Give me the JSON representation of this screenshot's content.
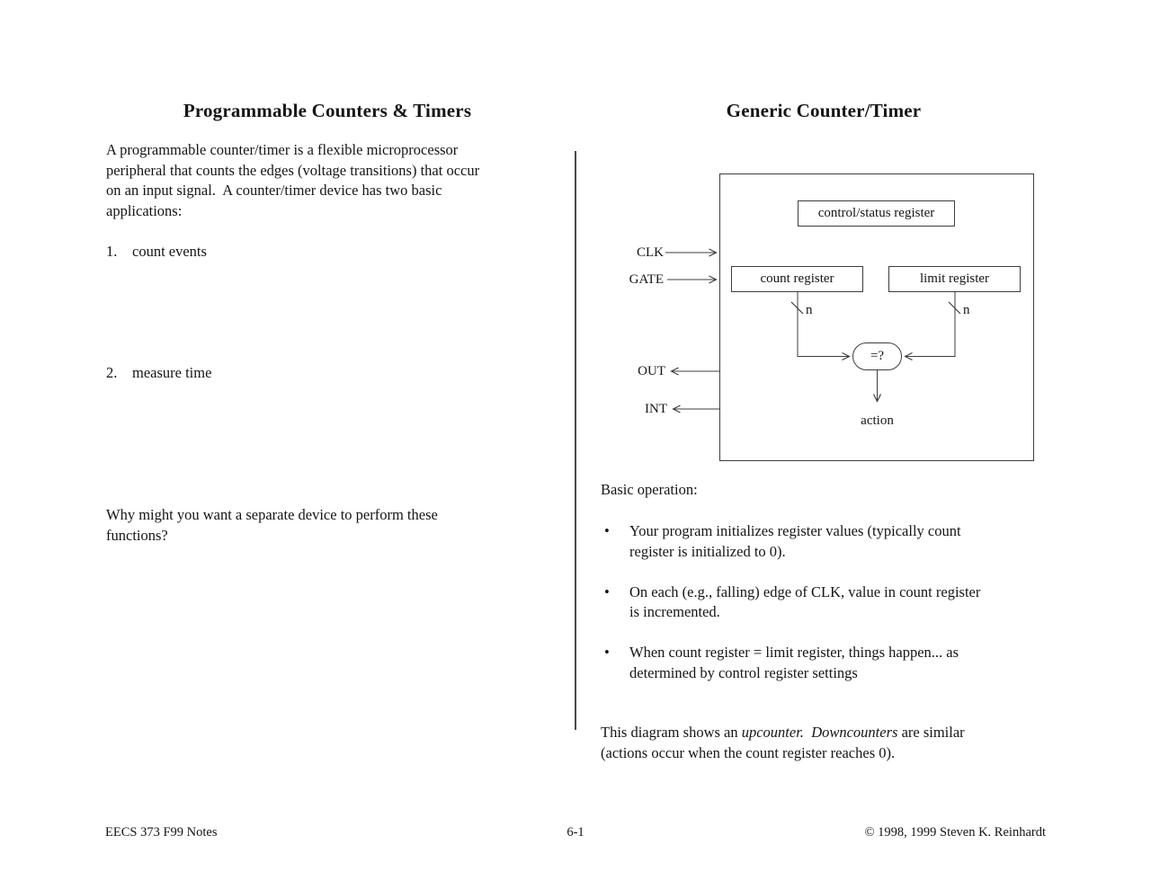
{
  "left": {
    "title": "Programmable Counters & Timers",
    "intro": "A programmable counter/timer is a flexible microprocessor\nperipheral that counts the edges (voltage transitions) that occur\non an input signal.  A counter/timer device has two basic\napplications:",
    "items": [
      {
        "number": "1.",
        "text": "count events"
      },
      {
        "number": "2.",
        "text": "measure time"
      }
    ],
    "question": "Why might you want a separate device to perform these\nfunctions?"
  },
  "right": {
    "title": "Generic Counter/Timer",
    "diagram": {
      "control_register": "control/status register",
      "count_register": "count register",
      "limit_register": "limit register",
      "clk": "CLK",
      "gate": "GATE",
      "out": "OUT",
      "int": "INT",
      "bus_width_left": "n",
      "bus_width_right": "n",
      "comparator": "=?",
      "action": "action"
    },
    "basic_operation_heading": "Basic operation:",
    "bullet_char": "•",
    "bullets": [
      "Your program initializes register values (typically count\nregister is initialized to 0).",
      "On each (e.g., falling) edge of CLK, value in count register\nis incremented.",
      "When count register = limit register, things happen... as\ndetermined by control register settings"
    ],
    "closing": {
      "seg1": "This diagram shows an ",
      "seg2_italic": "upcounter.",
      "seg3": "  ",
      "seg4_italic": "Downcounters",
      "seg5": " are similar\n(actions occur when the count register reaches 0)."
    }
  },
  "footer": {
    "left": "EECS 373 F99 Notes",
    "center": "6-1",
    "right": "© 1998, 1999 Steven K. Reinhardt"
  }
}
